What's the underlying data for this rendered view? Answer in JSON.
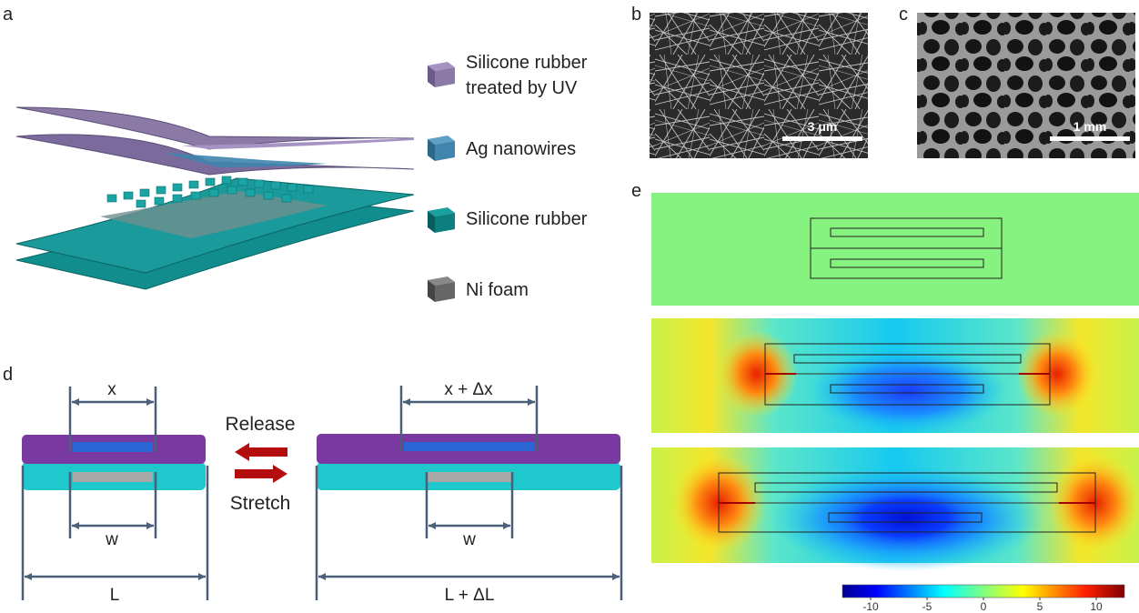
{
  "panels": {
    "a": "a",
    "b": "b",
    "c": "c",
    "d": "d",
    "e": "e"
  },
  "legend": {
    "uv_line1": "Silicone rubber",
    "uv_line2": "treated by UV",
    "agnw": "Ag nanowires",
    "rubber": "Silicone rubber",
    "nifoam": "Ni foam"
  },
  "micrographs": {
    "b_scale": "3 μm",
    "c_scale": "1 mm"
  },
  "schematic": {
    "x_label": "x",
    "x_stretched": "x + Δx",
    "w_left": "w",
    "w_right": "w",
    "l_left": "L",
    "l_right": "L + ΔL",
    "release": "Release",
    "stretch": "Stretch"
  },
  "colorbar": {
    "ticks": [
      "-10",
      "-5",
      "0",
      "5",
      "10"
    ],
    "tick_values": [
      -10,
      -5,
      0,
      5,
      10
    ],
    "range": [
      -12.5,
      12.5
    ]
  },
  "colors": {
    "uv_rubber": "#8b79a6",
    "agnw": "#3f85ad",
    "rubber": "#0e7f7f",
    "nifoam": "#666666",
    "purple": "#7a39a1",
    "cyan": "#1ec8cc",
    "blue_strip": "#2a66d4",
    "grey_strip": "#a8a8a8",
    "arrow": "#b30d0d",
    "dim_line": "#4a5f78",
    "field_neutral": "#86f27f"
  }
}
